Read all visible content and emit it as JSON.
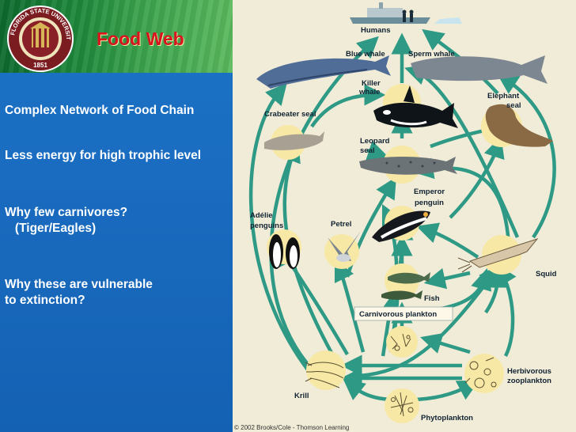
{
  "slide": {
    "title": "Food Web",
    "seal_text": {
      "top": "FLORIDA STATE UNIVERSITY",
      "year": "1851"
    },
    "bullets": [
      {
        "lines": [
          "Complex Network of Food Chain"
        ]
      },
      {
        "lines": [
          "Less energy for high trophic level"
        ]
      },
      {
        "lines": [
          "Why few carnivores?",
          "   (Tiger/Eagles)"
        ]
      },
      {
        "lines": [
          "Why these are vulnerable",
          "to extinction?"
        ]
      }
    ]
  },
  "diagram": {
    "labels": {
      "humans": "Humans",
      "blue_whale": "Blue whale",
      "sperm_whale": "Sperm whale",
      "killer_whale_1": "Killer",
      "killer_whale_2": "whale",
      "elephant_seal_1": "Elephant",
      "elephant_seal_2": "seal",
      "crabeater_seal": "Crabeater seal",
      "leopard_seal_1": "Leopard",
      "leopard_seal_2": "seal",
      "emperor_penguin_1": "Emperor",
      "emperor_penguin_2": "penguin",
      "adelie_1": "Adélie",
      "adelie_2": "penguins",
      "petrel": "Petrel",
      "squid": "Squid",
      "fish": "Fish",
      "carnivorous_plankton": "Carnivorous plankton",
      "herbivorous_1": "Herbivorous",
      "herbivorous_2": "zooplankton",
      "krill": "Krill",
      "phytoplankton": "Phytoplankton"
    },
    "copyright": "© 2002 Brooks/Cole - Thomson Learning",
    "colors": {
      "arrow": "#2e9a86",
      "circle": "#f7e8a6",
      "background": "#f1ecd7",
      "title": "#d8141e"
    }
  }
}
